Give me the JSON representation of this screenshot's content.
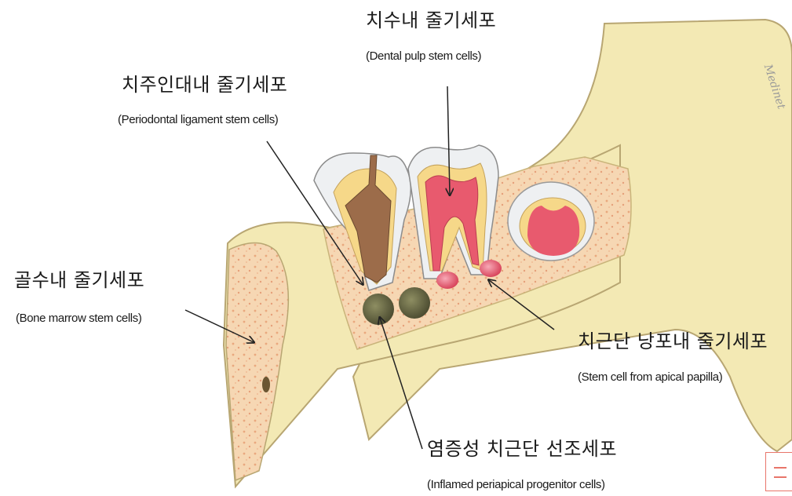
{
  "labels": {
    "pulp": {
      "ko": "치수내 줄기세포",
      "en": "(Dental pulp stem cells)"
    },
    "periodontal": {
      "ko": "치주인대내 줄기세포",
      "en": "(Periodontal ligament stem cells)"
    },
    "bone_marrow": {
      "ko": "골수내 줄기세포",
      "en": "(Bone marrow stem cells)"
    },
    "apical_papilla": {
      "ko": "치근단 낭포내 줄기세포",
      "en": "(Stem cell from apical papilla)"
    },
    "inflamed": {
      "ko": "염증성 치근단 선조세포",
      "en": "(Inflamed periapical progenitor cells)"
    }
  },
  "signature": "Medinet",
  "colors": {
    "bone": "#f3e9b4",
    "bone_edge": "#b8a672",
    "marrow": "#f2c9a0",
    "pulp": "#e85a6e",
    "root_brown": "#9c6c4a",
    "stem_green": "#6d6d48",
    "enamel": "#eef0f2",
    "arrow": "#222222"
  }
}
